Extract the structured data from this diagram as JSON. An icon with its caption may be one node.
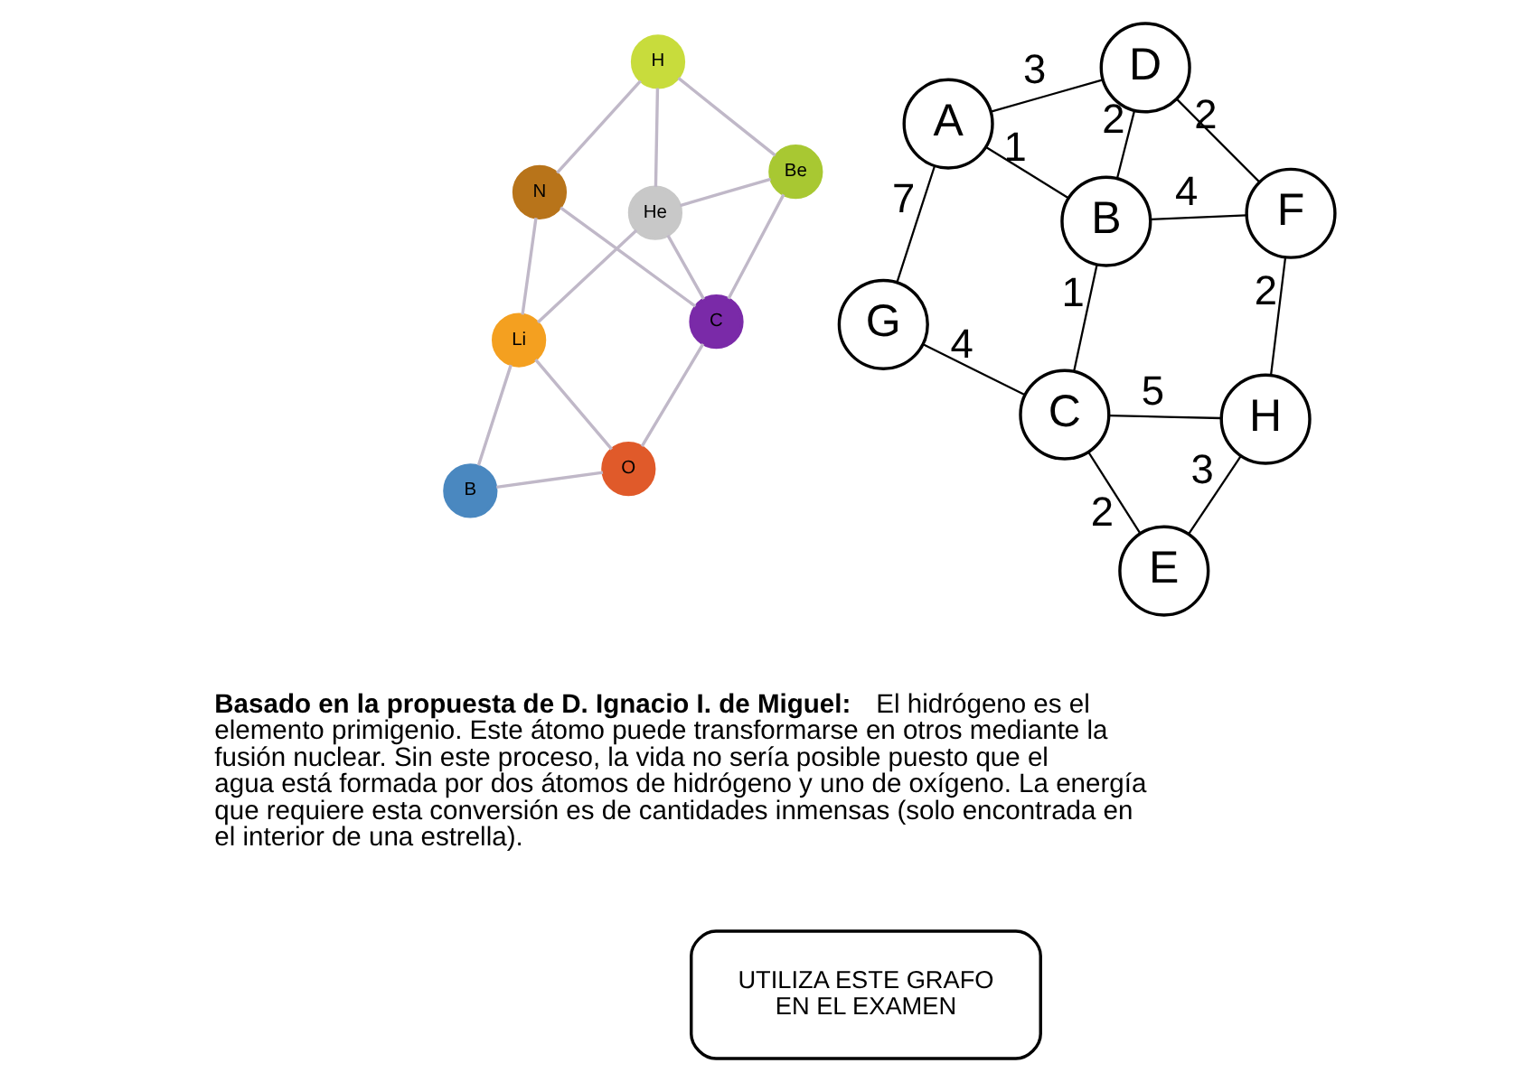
{
  "diagram": {
    "nodes": [
      {
        "text": [
          "A"
        ]
      },
      {
        "text": [
          "D"
        ]
      },
      {
        "text": [
          "G"
        ]
      },
      {
        "text": [
          "B"
        ]
      },
      {
        "text": [
          "C"
        ]
      },
      {
        "text": [
          "F"
        ]
      },
      {
        "text": [
          "E"
        ]
      },
      {
        "text": [
          "H"
        ]
      },
      {
        "text": [
          "UTILIZA ESTE GRAFO EN EL EXAMEN"
        ]
      },
      {
        "text": [
          "H"
        ]
      },
      {
        "text": [
          "Be"
        ]
      },
      {
        "text": [
          "N"
        ]
      },
      {
        "text": [
          "Li"
        ]
      },
      {
        "text": [
          "He"
        ]
      },
      {
        "text": [
          "C"
        ]
      },
      {
        "text": [
          "B"
        ]
      },
      {
        "text": [
          "O"
        ]
      }
    ],
    "edges": [
      {
        "from": 0,
        "to": 1,
        "arrow": "none",
        "label": "3",
        "color": "#000000"
      },
      {
        "from": 0,
        "to": 2,
        "arrow": "none",
        "label": "7",
        "color": "#000000"
      },
      {
        "from": 0,
        "to": 3,
        "arrow": "none",
        "label": "1",
        "color": "#000000"
      },
      {
        "from": 3,
        "to": 1,
        "arrow": "none",
        "label": "2",
        "color": "#000000"
      },
      {
        "from": 1,
        "to": 5,
        "arrow": "none",
        "label": "2",
        "color": "#000000"
      },
      {
        "from": 3,
        "to": 4,
        "arrow": "none",
        "label": "1",
        "color": "#000000"
      },
      {
        "from": 3,
        "to": 5,
        "arrow": "none",
        "label": "4",
        "color": "#000000"
      },
      {
        "from": 2,
        "to": 4,
        "arrow": "none",
        "label": "4",
        "color": "#000000"
      },
      {
        "from": 4,
        "to": 6,
        "arrow": "none",
        "label": "2",
        "color": "#000000"
      },
      {
        "from": 4,
        "to": 7,
        "arrow": "none",
        "label": "5",
        "color": "#000000"
      },
      {
        "from": 5,
        "to": 7,
        "arrow": "none",
        "label": "2",
        "color": "#000000"
      },
      {
        "from": 6,
        "to": 7,
        "arrow": "none",
        "label": "3",
        "color": "#000000"
      },
      {
        "from": 9,
        "to": 10,
        "arrow": "none"
      },
      {
        "from": 9,
        "to": 11,
        "arrow": "none"
      },
      {
        "from": 9,
        "to": 13,
        "arrow": "none"
      },
      {
        "from": 10,
        "to": 13,
        "arrow": "none"
      },
      {
        "from": 10,
        "to": 14,
        "arrow": "none"
      },
      {
        "from": 11,
        "to": 14,
        "arrow": "none"
      },
      {
        "from": 11,
        "to": 12,
        "arrow": "none"
      },
      {
        "from": 12,
        "to": 13,
        "arrow": "none"
      },
      {
        "from": 12,
        "to": 16,
        "arrow": "none"
      },
      {
        "from": 12,
        "to": 15,
        "arrow": "none"
      },
      {
        "from": 13,
        "to": 14,
        "arrow": "none"
      },
      {
        "from": 14,
        "to": 16,
        "arrow": "none"
      },
      {
        "from": 15,
        "to": 16,
        "arrow": "none"
      }
    ],
    "labels": [
      "**Basado en la propuesta de D. Ignacio I. de Miguel:** El hidrógeno es el elemento primigenio. Este átomo puede transformarse en otros mediante la fusión nuclear. Sin este proceso, la vida no sería posible puesto que el agua está formada por dos átomos de hidrógeno y uno de oxígeno. La energía que requiere esta conversión es de cantidades inmensas (solo encontrada en el interior de una estrella)."
    ]
  }
}
